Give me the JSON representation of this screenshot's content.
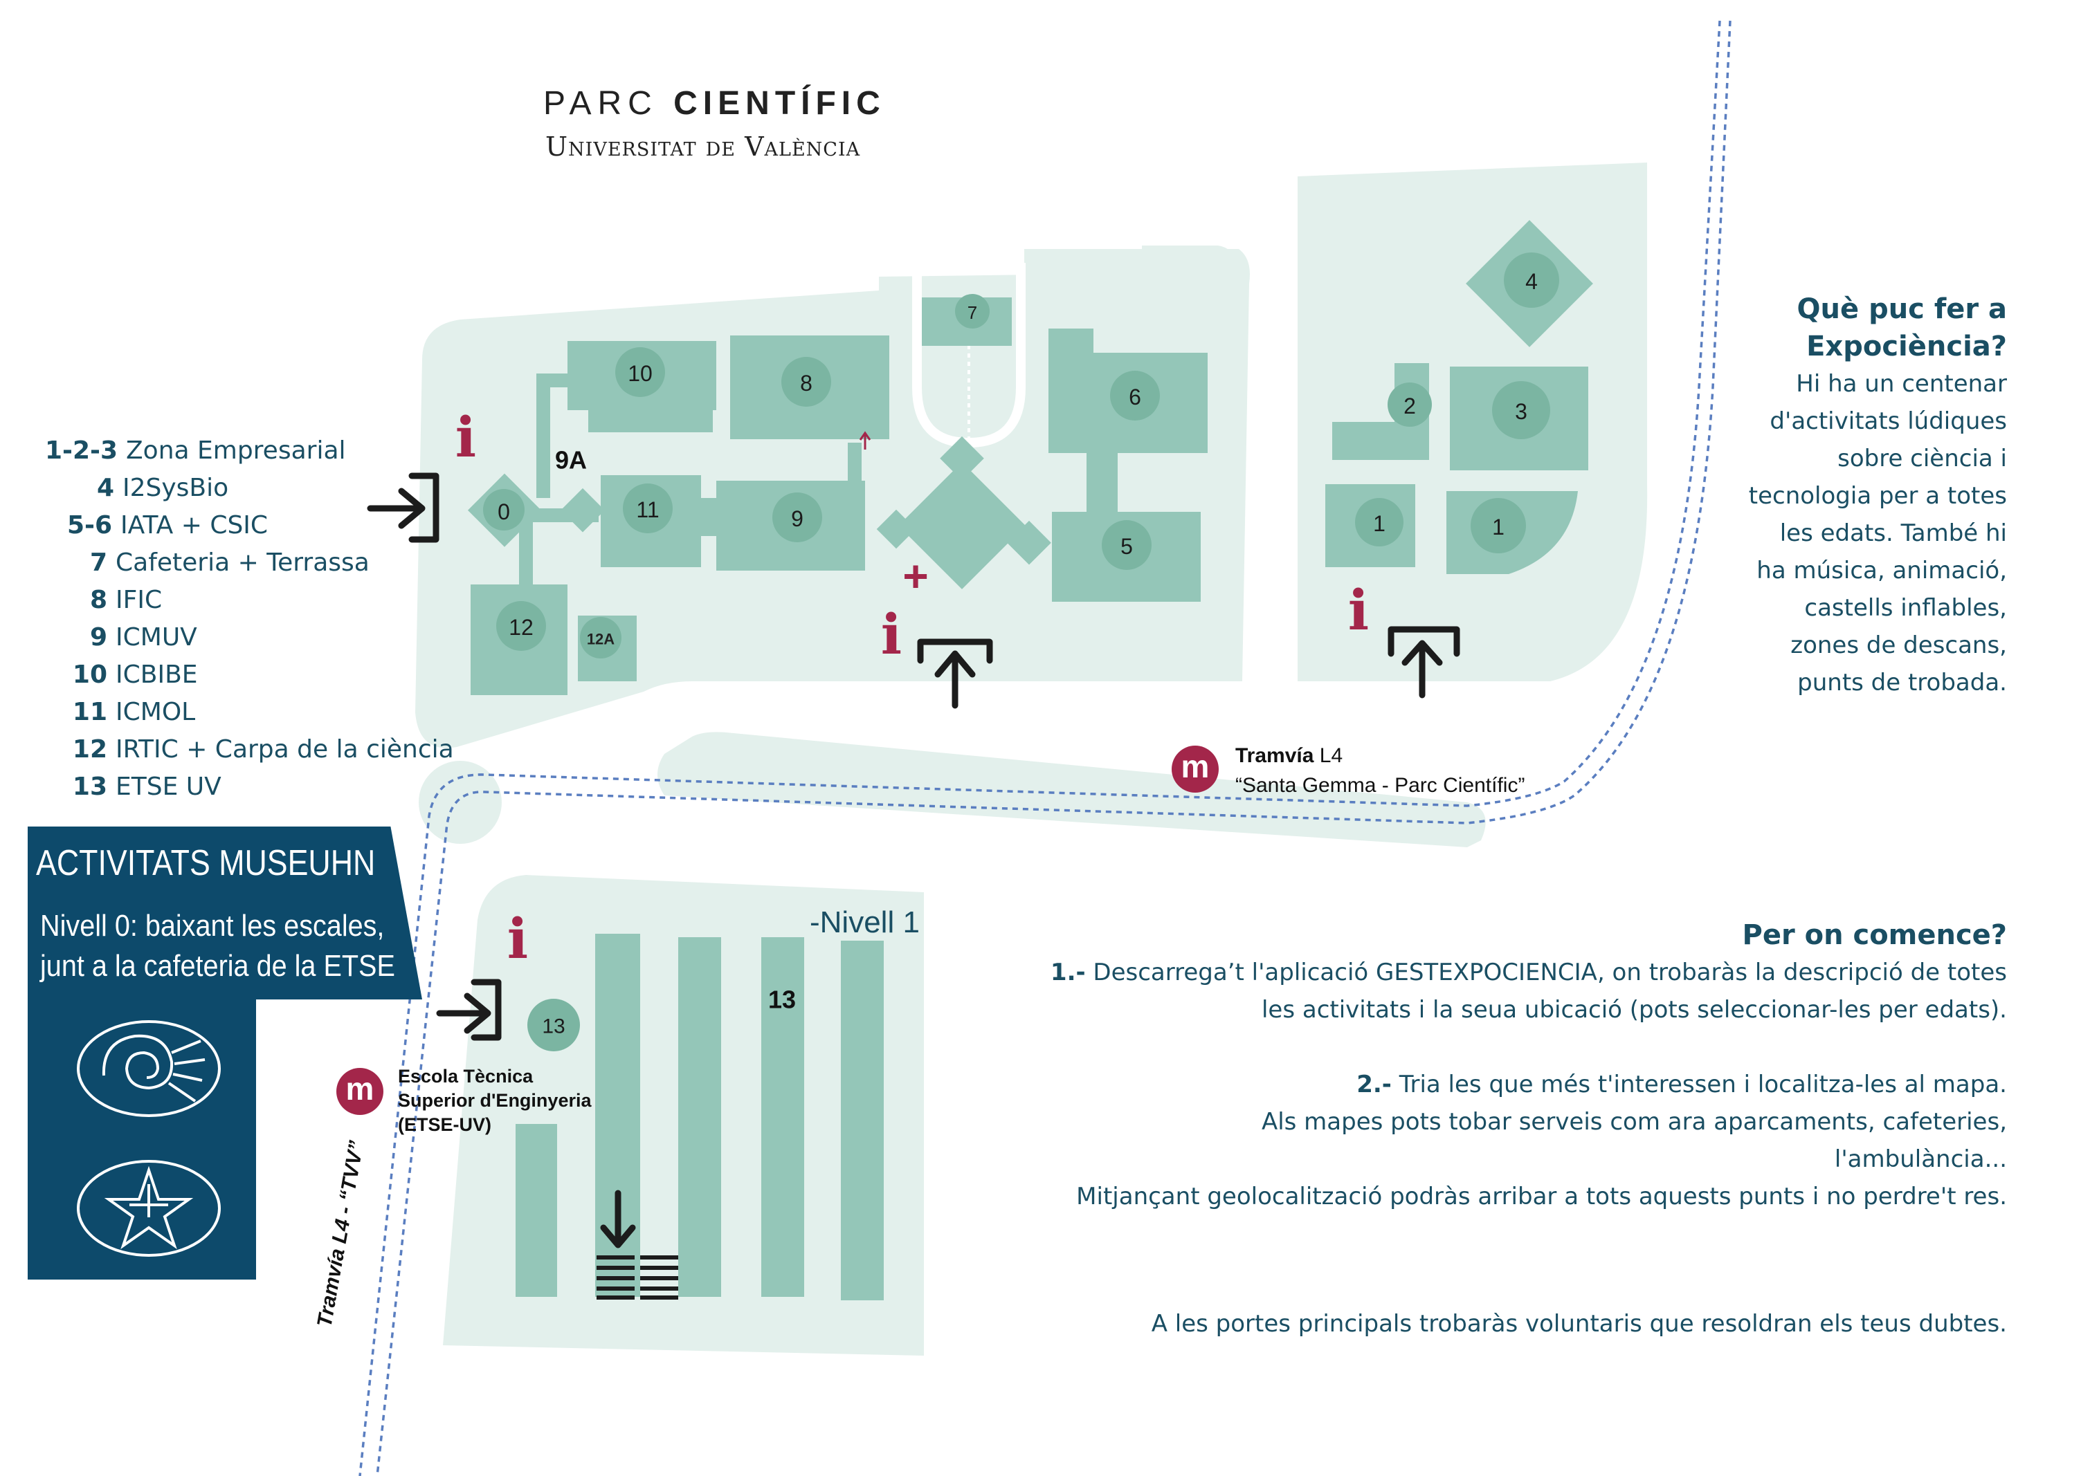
{
  "logo": {
    "line1_light": "PARC ",
    "line1_bold": "CIENTÍFIC",
    "line2": "Universitat de València"
  },
  "legend": [
    {
      "num": "1-2-3",
      "name": "Zona Empresarial"
    },
    {
      "num": "4",
      "name": "I2SysBio"
    },
    {
      "num": "5-6",
      "name": "IATA + CSIC"
    },
    {
      "num": "7",
      "name": "Cafeteria + Terrassa"
    },
    {
      "num": "8",
      "name": "IFIC"
    },
    {
      "num": "9",
      "name": "ICMUV"
    },
    {
      "num": "10",
      "name": "ICBIBE"
    },
    {
      "num": "11",
      "name": "ICMOL"
    },
    {
      "num": "12",
      "name": "IRTIC + Carpa de la ciència"
    },
    {
      "num": "13",
      "name": "ETSE UV"
    }
  ],
  "buildings": {
    "b0": "0",
    "b1a": "1",
    "b1b": "1",
    "b2": "2",
    "b3": "3",
    "b4": "4",
    "b5": "5",
    "b6": "6",
    "b7": "7",
    "b8": "8",
    "b9": "9",
    "b9a": "9A",
    "b10": "10",
    "b11": "11",
    "b12": "12",
    "b12a": "12A",
    "b13": "13",
    "b13b": "13"
  },
  "symbols": {
    "info": "i",
    "first_aid": "+",
    "metro": "m"
  },
  "metro_top": {
    "line_bold": "Tramvía",
    "line_rest": " L4",
    "station": "“Santa Gemma - Parc Científic”"
  },
  "metro_bottom": {
    "name_1": "Escola Tècnica",
    "name_2": "Superior d'Enginyeria",
    "name_3": "(ETSE-UV)"
  },
  "tram_line_label": "Tramvía L4 - “TVV”",
  "nivell": "-Nivell 1",
  "museuhn": {
    "title": "ACTIVITATS MUSEUHN",
    "line1": "Nivell 0: baixant les escales,",
    "line2": "junt a la cafeteria de la ETSE"
  },
  "expo_panel": {
    "title_1": "Què puc fer a",
    "title_2": "Expociència?",
    "lines": [
      "Hi ha un centenar",
      "d'activitats lúdiques",
      "sobre ciència i",
      "tecnologia per a totes",
      "les edats. També hi",
      "ha música, animació,",
      "castells inflables,",
      "zones de descans,",
      "punts de trobada."
    ]
  },
  "start_panel": {
    "title": "Per on comence?",
    "step1_num": "1.-",
    "step1_l1": " Descarrega’t l'aplicació GESTEXPOCIENCIA, on trobaràs la descripció de totes",
    "step1_l2": "les activitats  i la seua ubicació (pots seleccionar-les per edats).",
    "step2_num": "2.-",
    "step2_l1": " Tria les que més t'interessen i localitza-les al mapa.",
    "step2_l2": "Als mapes pots tobar serveis com ara aparcaments, cafeteries,",
    "step2_l3": "l'ambulància...",
    "step2_l4": "Mitjançant geolocalització podràs arribar a tots aquests punts i no perdre't res.",
    "footer": "A les portes principals trobaràs voluntaris que resoldran els teus dubtes."
  },
  "colors": {
    "ground": "#e3f0ec",
    "building": "#94c6b8",
    "circle": "#7bb5a2",
    "accent_red": "#a3264a",
    "text_blue": "#1a4e63",
    "panel_blue": "#0d4a6b",
    "tram_dots": "#5a7ec0"
  }
}
